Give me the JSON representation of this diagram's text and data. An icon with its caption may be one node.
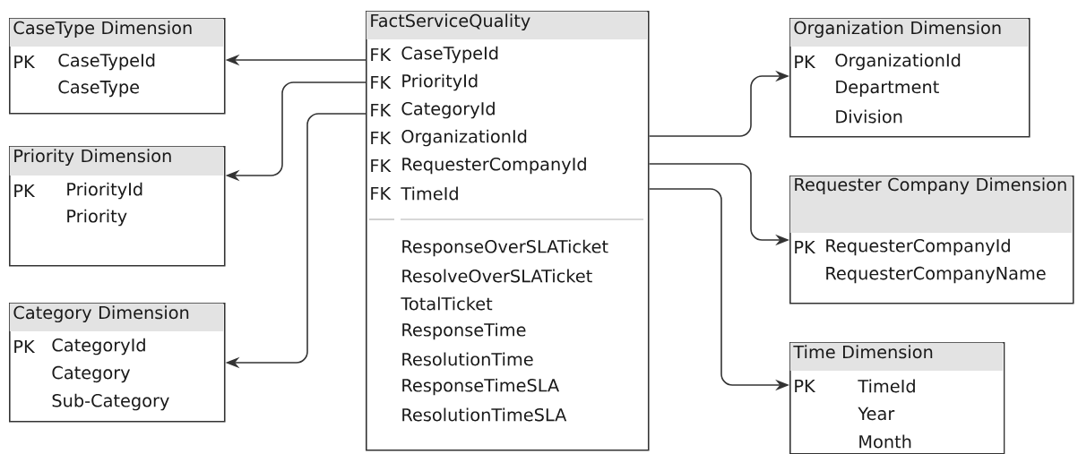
{
  "diagram": {
    "nodes": [
      {
        "text": [
          "CaseType Dimension",
          "PK",
          "CaseTypeId",
          "CaseType"
        ]
      },
      {
        "text": [
          "Priority Dimension",
          "PK",
          "PriorityId",
          "Priority"
        ]
      },
      {
        "text": [
          "Category Dimension",
          "PK",
          "CategoryId",
          "Category",
          "Sub-Category"
        ]
      },
      {
        "text": [
          "FactServiceQuality",
          "FK",
          "CaseTypeId",
          "FK",
          "PriorityId",
          "FK",
          "CategoryId",
          "FK",
          "OrganizationId",
          "FK",
          "RequesterCompanyId",
          "FK",
          "TimeId",
          "ResponseOverSLATicket",
          "ResolveOverSLATicket",
          "TotalTicket",
          "ResponseTime",
          "ResolutionTime",
          "ResponseTimeSLA",
          "ResolutionTimeSLA"
        ]
      },
      {
        "text": [
          "Organization Dimension",
          "PK",
          "OrganizationId",
          "Department",
          "Division"
        ]
      },
      {
        "text": [
          "Requester Company Dimension",
          "PK",
          "RequesterCompanyId",
          "RequesterCompanyName"
        ]
      },
      {
        "text": [
          "Time Dimension",
          "PK",
          "TimeId",
          "Year",
          "Month"
        ]
      }
    ],
    "edges": [
      {
        "from": 3,
        "to": 0,
        "arrow": "to"
      },
      {
        "from": 3,
        "to": 1,
        "arrow": "to"
      },
      {
        "from": 3,
        "to": 2,
        "arrow": "to"
      },
      {
        "from": 3,
        "to": 4,
        "arrow": "to"
      },
      {
        "from": 3,
        "to": 5,
        "arrow": "to"
      },
      {
        "from": 3,
        "to": 6,
        "arrow": "to"
      }
    ]
  }
}
